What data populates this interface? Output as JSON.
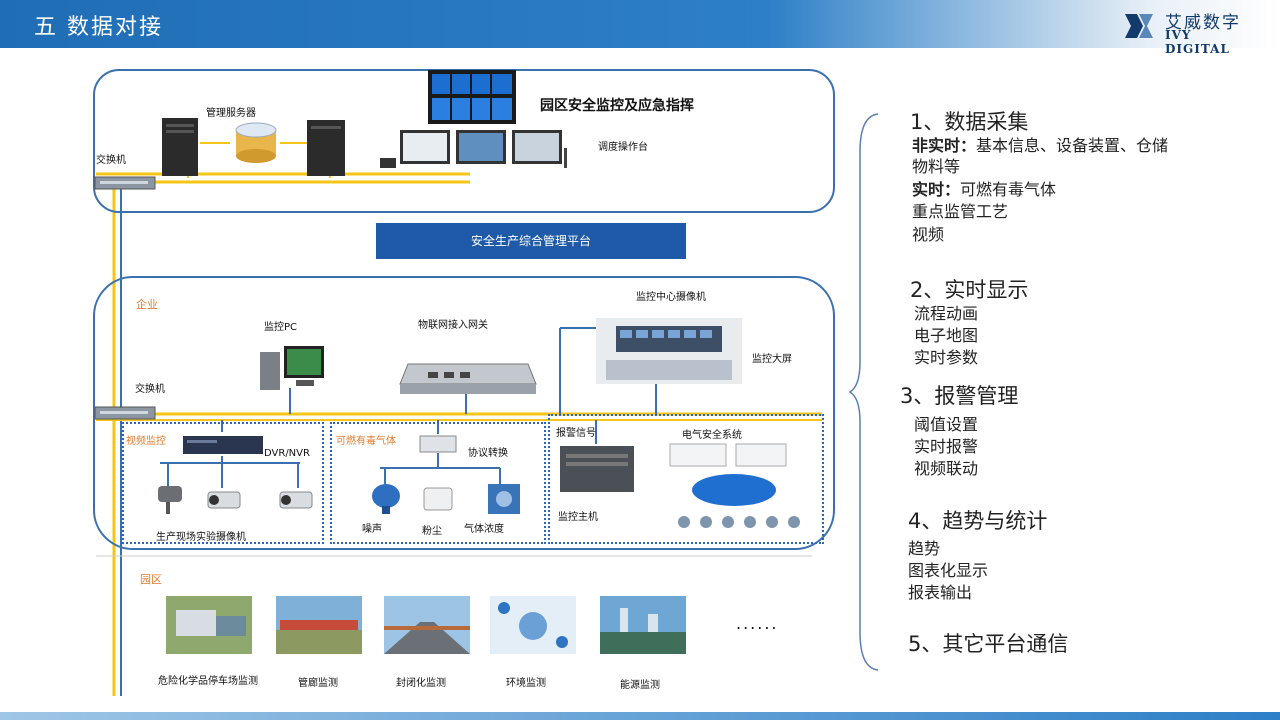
{
  "header": {
    "title": "五   数据对接"
  },
  "logo": {
    "cn": "艾威数字",
    "en": "IVY DIGITAL"
  },
  "top_section": {
    "title": "园区安全监控及应急指挥",
    "server_label": "管理服务器",
    "switch_label": "交换机",
    "console_label": "调度操作台"
  },
  "platform_label": "安全生产综合管理平台",
  "enterprise": {
    "title": "企业",
    "switch_label": "交换机",
    "monitor_pc": "监控PC",
    "iot_gateway": "物联网接入网关",
    "center_camera": "监控中心摄像机",
    "big_screen": "监控大屏",
    "video": {
      "title": "视频监控",
      "dvr": "DVR/NVR",
      "camera_label": "生产现场实验摄像机"
    },
    "gas": {
      "title": "可燃有毒气体",
      "protocol": "协议转换",
      "items": [
        "噪声",
        "粉尘",
        "气体浓度"
      ]
    },
    "alarm": {
      "signal": "报警信号",
      "host": "监控主机",
      "system": "电气安全系统"
    }
  },
  "park": {
    "title": "园区",
    "items": [
      "危险化学品停车场监测",
      "管廊监测",
      "封闭化监测",
      "环境监测",
      "能源监测"
    ],
    "more": "......"
  },
  "right_panel": {
    "s1": {
      "heading": "1、数据采集",
      "line1_bold": "非实时：",
      "line1_rest": "基本信息、设备装置、仓储",
      "line2": "物料等",
      "line3_bold": "实时：",
      "line3_rest": "可燃有毒气体",
      "line4": "重点监管工艺",
      "line5": "视频"
    },
    "s2": {
      "heading": "2、实时显示",
      "items": [
        "流程动画",
        "电子地图",
        "实时参数"
      ]
    },
    "s3": {
      "heading": "3、报警管理",
      "items": [
        "阈值设置",
        "实时报警",
        "视频联动"
      ]
    },
    "s4": {
      "heading": "4、趋势与统计",
      "items": [
        "趋势",
        "图表化显示",
        "报表输出"
      ]
    },
    "s5": {
      "heading": "5、其它平台通信"
    }
  },
  "colors": {
    "header_blue": "#1f6db5",
    "line_yellow": "#f5c518",
    "line_blue": "#3a6fb0",
    "platform_blue": "#1e5aa8",
    "label_orange": "#e07b2d"
  }
}
